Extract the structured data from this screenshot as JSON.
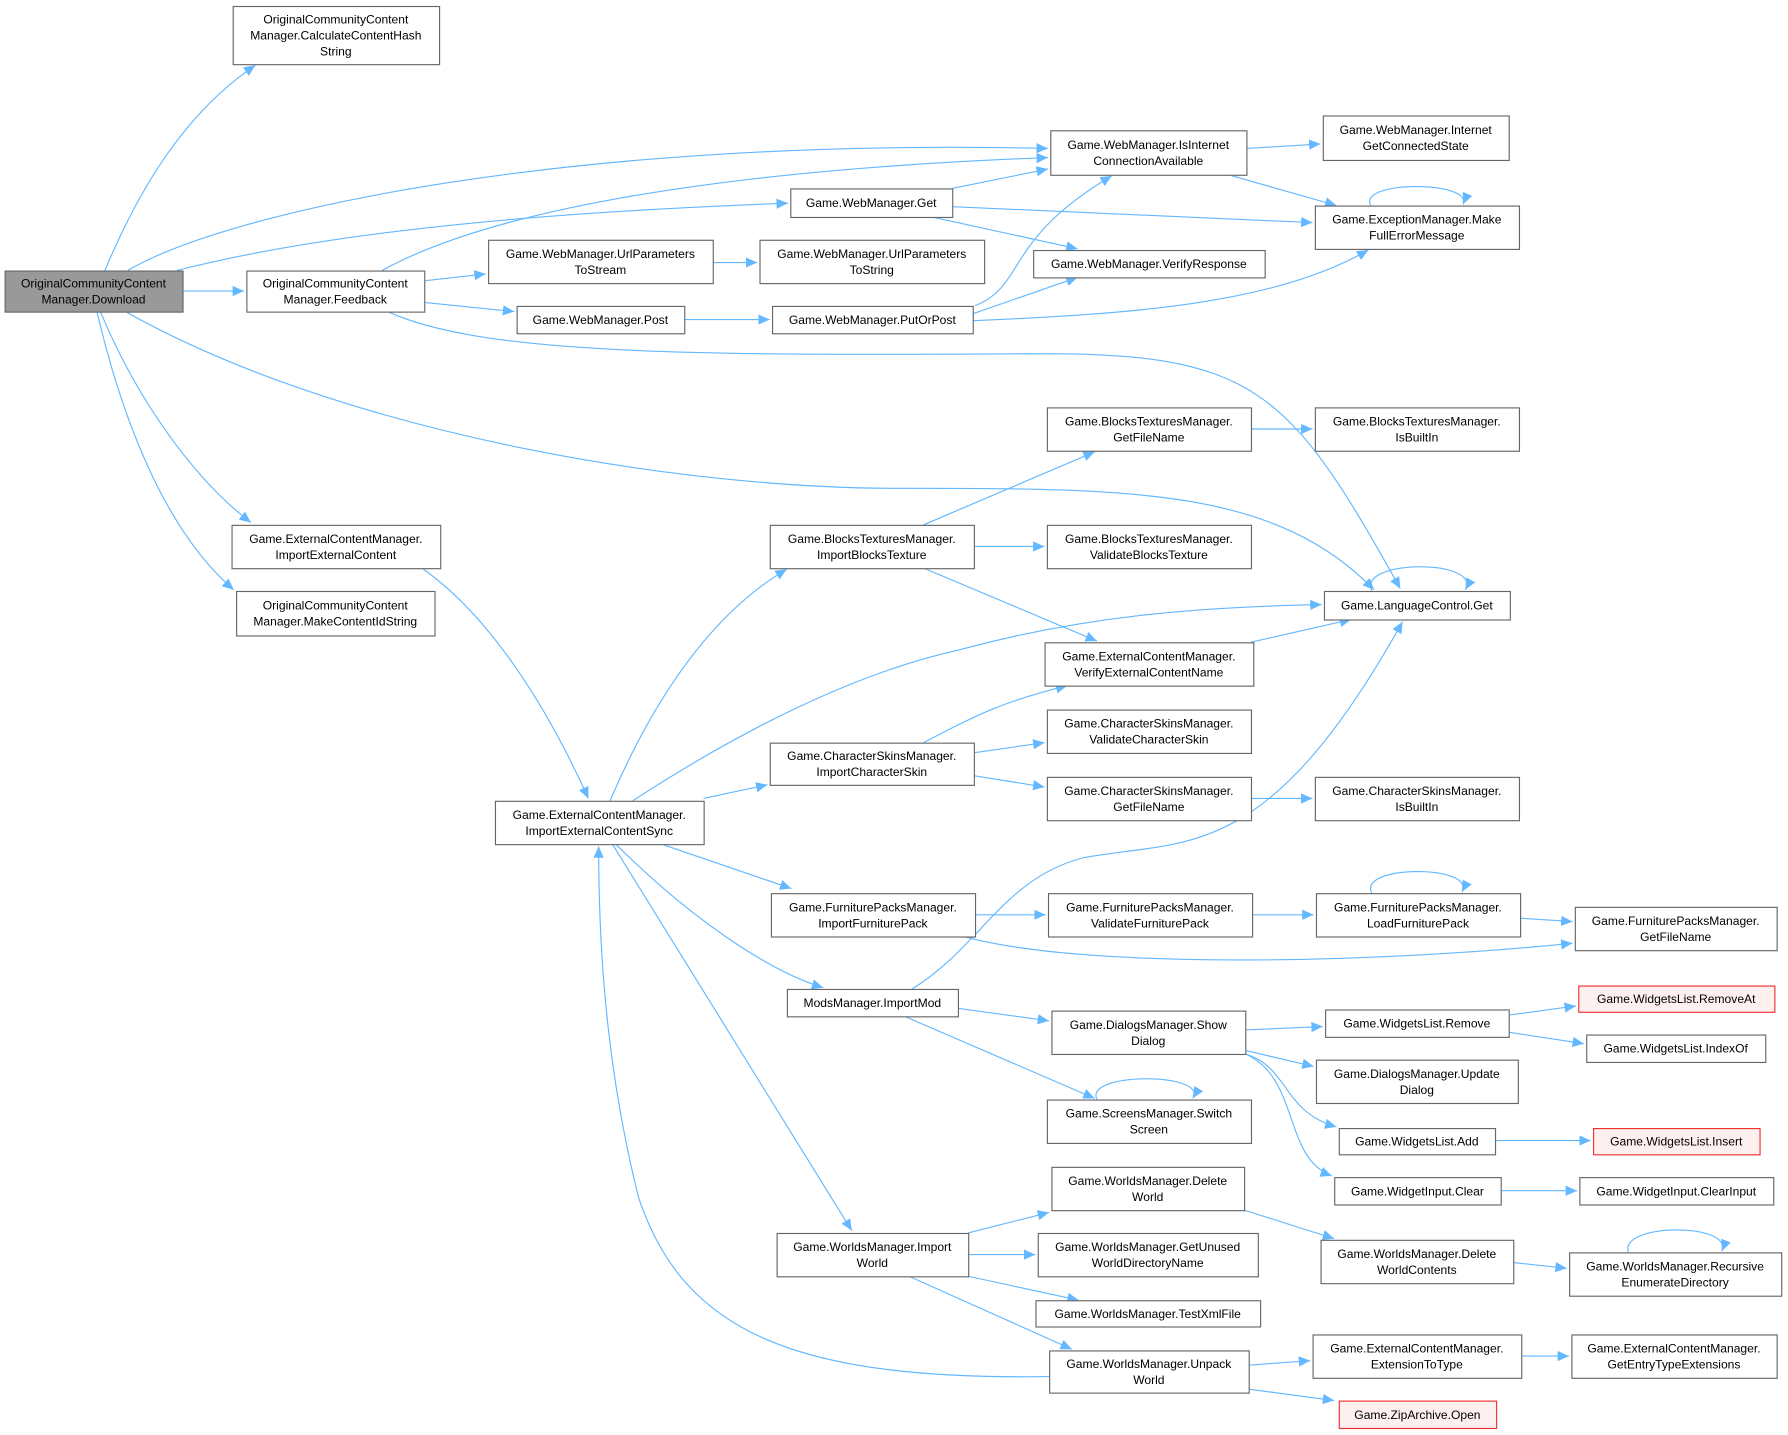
{
  "title": "Call graph of OriginalCommunityContentManager.Download",
  "colors": {
    "edge": "#63b8ff",
    "root_fill": "#999999",
    "truncated_border": "#f03030",
    "truncated_fill": "#fff0f0",
    "node_border": "#666666"
  },
  "nodes": [
    {
      "id": "download",
      "variant": "root",
      "lines": [
        "OriginalCommunityContent",
        "Manager.Download"
      ]
    },
    {
      "id": "calchash",
      "variant": "normal",
      "lines": [
        "OriginalCommunityContent",
        "Manager.CalculateContentHash",
        "String"
      ]
    },
    {
      "id": "feedback",
      "variant": "normal",
      "lines": [
        "OriginalCommunityContent",
        "Manager.Feedback"
      ]
    },
    {
      "id": "isinternet",
      "variant": "normal",
      "lines": [
        "Game.WebManager.IsInternet",
        "ConnectionAvailable"
      ]
    },
    {
      "id": "internetstate",
      "variant": "normal",
      "lines": [
        "Game.WebManager.Internet",
        "GetConnectedState"
      ]
    },
    {
      "id": "webget",
      "variant": "normal",
      "lines": [
        "Game.WebManager.Get"
      ]
    },
    {
      "id": "makefull",
      "variant": "normal",
      "lines": [
        "Game.ExceptionManager.Make",
        "FullErrorMessage"
      ]
    },
    {
      "id": "urltostream",
      "variant": "normal",
      "lines": [
        "Game.WebManager.UrlParameters",
        "ToStream"
      ]
    },
    {
      "id": "urltostring",
      "variant": "normal",
      "lines": [
        "Game.WebManager.UrlParameters",
        "ToString"
      ]
    },
    {
      "id": "verifyresp",
      "variant": "normal",
      "lines": [
        "Game.WebManager.VerifyResponse"
      ]
    },
    {
      "id": "post",
      "variant": "normal",
      "lines": [
        "Game.WebManager.Post"
      ]
    },
    {
      "id": "putorpost",
      "variant": "normal",
      "lines": [
        "Game.WebManager.PutOrPost"
      ]
    },
    {
      "id": "btgetfile",
      "variant": "normal",
      "lines": [
        "Game.BlocksTexturesManager.",
        "GetFileName"
      ]
    },
    {
      "id": "btisbuiltin",
      "variant": "normal",
      "lines": [
        "Game.BlocksTexturesManager.",
        "IsBuiltIn"
      ]
    },
    {
      "id": "importext",
      "variant": "normal",
      "lines": [
        "Game.ExternalContentManager.",
        "ImportExternalContent"
      ]
    },
    {
      "id": "makeid",
      "variant": "normal",
      "lines": [
        "OriginalCommunityContent",
        "Manager.MakeContentIdString"
      ]
    },
    {
      "id": "importbt",
      "variant": "normal",
      "lines": [
        "Game.BlocksTexturesManager.",
        "ImportBlocksTexture"
      ]
    },
    {
      "id": "validatebt",
      "variant": "normal",
      "lines": [
        "Game.BlocksTexturesManager.",
        "ValidateBlocksTexture"
      ]
    },
    {
      "id": "langget",
      "variant": "normal",
      "lines": [
        "Game.LanguageControl.Get"
      ]
    },
    {
      "id": "verifyname",
      "variant": "normal",
      "lines": [
        "Game.ExternalContentManager.",
        "VerifyExternalContentName"
      ]
    },
    {
      "id": "validateskin",
      "variant": "normal",
      "lines": [
        "Game.CharacterSkinsManager.",
        "ValidateCharacterSkin"
      ]
    },
    {
      "id": "importskin",
      "variant": "normal",
      "lines": [
        "Game.CharacterSkinsManager.",
        "ImportCharacterSkin"
      ]
    },
    {
      "id": "skingetfile",
      "variant": "normal",
      "lines": [
        "Game.CharacterSkinsManager.",
        "GetFileName"
      ]
    },
    {
      "id": "skinbuiltin",
      "variant": "normal",
      "lines": [
        "Game.CharacterSkinsManager.",
        "IsBuiltIn"
      ]
    },
    {
      "id": "importsync",
      "variant": "normal",
      "lines": [
        "Game.ExternalContentManager.",
        "ImportExternalContentSync"
      ]
    },
    {
      "id": "importfurn",
      "variant": "normal",
      "lines": [
        "Game.FurniturePacksManager.",
        "ImportFurniturePack"
      ]
    },
    {
      "id": "validatefurn",
      "variant": "normal",
      "lines": [
        "Game.FurniturePacksManager.",
        "ValidateFurniturePack"
      ]
    },
    {
      "id": "loadfurn",
      "variant": "normal",
      "lines": [
        "Game.FurniturePacksManager.",
        "LoadFurniturePack"
      ]
    },
    {
      "id": "furngetfile",
      "variant": "normal",
      "lines": [
        "Game.FurniturePacksManager.",
        "GetFileName"
      ]
    },
    {
      "id": "importmod",
      "variant": "normal",
      "lines": [
        "ModsManager.ImportMod"
      ]
    },
    {
      "id": "showdialog",
      "variant": "normal",
      "lines": [
        "Game.DialogsManager.Show",
        "Dialog"
      ]
    },
    {
      "id": "wlremove",
      "variant": "normal",
      "lines": [
        "Game.WidgetsList.Remove"
      ]
    },
    {
      "id": "removeat",
      "variant": "truncated",
      "lines": [
        "Game.WidgetsList.RemoveAt"
      ]
    },
    {
      "id": "indexof",
      "variant": "normal",
      "lines": [
        "Game.WidgetsList.IndexOf"
      ]
    },
    {
      "id": "updatedialog",
      "variant": "normal",
      "lines": [
        "Game.DialogsManager.Update",
        "Dialog"
      ]
    },
    {
      "id": "switchscreen",
      "variant": "normal",
      "lines": [
        "Game.ScreensManager.Switch",
        "Screen"
      ]
    },
    {
      "id": "wladd",
      "variant": "normal",
      "lines": [
        "Game.WidgetsList.Add"
      ]
    },
    {
      "id": "insert",
      "variant": "truncated",
      "lines": [
        "Game.WidgetsList.Insert"
      ]
    },
    {
      "id": "wiclear",
      "variant": "normal",
      "lines": [
        "Game.WidgetInput.Clear"
      ]
    },
    {
      "id": "clearinput",
      "variant": "normal",
      "lines": [
        "Game.WidgetInput.ClearInput"
      ]
    },
    {
      "id": "deleteworld",
      "variant": "normal",
      "lines": [
        "Game.WorldsManager.Delete",
        "World"
      ]
    },
    {
      "id": "importworld",
      "variant": "normal",
      "lines": [
        "Game.WorldsManager.Import",
        "World"
      ]
    },
    {
      "id": "getunused",
      "variant": "normal",
      "lines": [
        "Game.WorldsManager.GetUnused",
        "WorldDirectoryName"
      ]
    },
    {
      "id": "deletecontents",
      "variant": "normal",
      "lines": [
        "Game.WorldsManager.Delete",
        "WorldContents"
      ]
    },
    {
      "id": "recursive",
      "variant": "normal",
      "lines": [
        "Game.WorldsManager.Recursive",
        "EnumerateDirectory"
      ]
    },
    {
      "id": "testxml",
      "variant": "normal",
      "lines": [
        "Game.WorldsManager.TestXmlFile"
      ]
    },
    {
      "id": "unpack",
      "variant": "normal",
      "lines": [
        "Game.WorldsManager.Unpack",
        "World"
      ]
    },
    {
      "id": "exttotype",
      "variant": "normal",
      "lines": [
        "Game.ExternalContentManager.",
        "ExtensionToType"
      ]
    },
    {
      "id": "getentry",
      "variant": "normal",
      "lines": [
        "Game.ExternalContentManager.",
        "GetEntryTypeExtensions"
      ]
    },
    {
      "id": "zipopen",
      "variant": "truncated",
      "lines": [
        "Game.ZipArchive.Open"
      ]
    }
  ],
  "edges": [
    [
      "download",
      "calchash"
    ],
    [
      "download",
      "isinternet"
    ],
    [
      "download",
      "webget"
    ],
    [
      "download",
      "feedback"
    ],
    [
      "download",
      "langget"
    ],
    [
      "download",
      "importext"
    ],
    [
      "download",
      "makeid"
    ],
    [
      "feedback",
      "isinternet"
    ],
    [
      "feedback",
      "urltostream"
    ],
    [
      "feedback",
      "post"
    ],
    [
      "feedback",
      "langget"
    ],
    [
      "webget",
      "isinternet"
    ],
    [
      "webget",
      "makefull"
    ],
    [
      "webget",
      "verifyresp"
    ],
    [
      "urltostream",
      "urltostring"
    ],
    [
      "post",
      "putorpost"
    ],
    [
      "putorpost",
      "isinternet"
    ],
    [
      "putorpost",
      "verifyresp"
    ],
    [
      "putorpost",
      "makefull"
    ],
    [
      "isinternet",
      "internetstate"
    ],
    [
      "isinternet",
      "makefull"
    ],
    [
      "makefull",
      "makefull"
    ],
    [
      "importext",
      "importsync"
    ],
    [
      "importsync",
      "importbt"
    ],
    [
      "importsync",
      "langget"
    ],
    [
      "importsync",
      "importskin"
    ],
    [
      "importsync",
      "importfurn"
    ],
    [
      "importsync",
      "importmod"
    ],
    [
      "importsync",
      "importworld"
    ],
    [
      "importbt",
      "btgetfile"
    ],
    [
      "importbt",
      "validatebt"
    ],
    [
      "importbt",
      "verifyname"
    ],
    [
      "btgetfile",
      "btisbuiltin"
    ],
    [
      "verifyname",
      "langget"
    ],
    [
      "langget",
      "langget"
    ],
    [
      "importskin",
      "verifyname"
    ],
    [
      "importskin",
      "validateskin"
    ],
    [
      "importskin",
      "skingetfile"
    ],
    [
      "skingetfile",
      "skinbuiltin"
    ],
    [
      "importfurn",
      "validatefurn"
    ],
    [
      "importfurn",
      "furngetfile"
    ],
    [
      "validatefurn",
      "loadfurn"
    ],
    [
      "loadfurn",
      "furngetfile"
    ],
    [
      "loadfurn",
      "loadfurn"
    ],
    [
      "importmod",
      "langget"
    ],
    [
      "importmod",
      "showdialog"
    ],
    [
      "importmod",
      "switchscreen"
    ],
    [
      "showdialog",
      "wlremove"
    ],
    [
      "showdialog",
      "updatedialog"
    ],
    [
      "showdialog",
      "wladd"
    ],
    [
      "showdialog",
      "wiclear"
    ],
    [
      "wlremove",
      "removeat"
    ],
    [
      "wlremove",
      "indexof"
    ],
    [
      "switchscreen",
      "switchscreen"
    ],
    [
      "wladd",
      "insert"
    ],
    [
      "wiclear",
      "clearinput"
    ],
    [
      "deleteworld",
      "deletecontents"
    ],
    [
      "deletecontents",
      "recursive"
    ],
    [
      "recursive",
      "recursive"
    ],
    [
      "importworld",
      "deleteworld"
    ],
    [
      "importworld",
      "getunused"
    ],
    [
      "importworld",
      "testxml"
    ],
    [
      "importworld",
      "unpack"
    ],
    [
      "unpack",
      "importsync"
    ],
    [
      "unpack",
      "exttotype"
    ],
    [
      "unpack",
      "zipopen"
    ],
    [
      "exttotype",
      "getentry"
    ]
  ]
}
